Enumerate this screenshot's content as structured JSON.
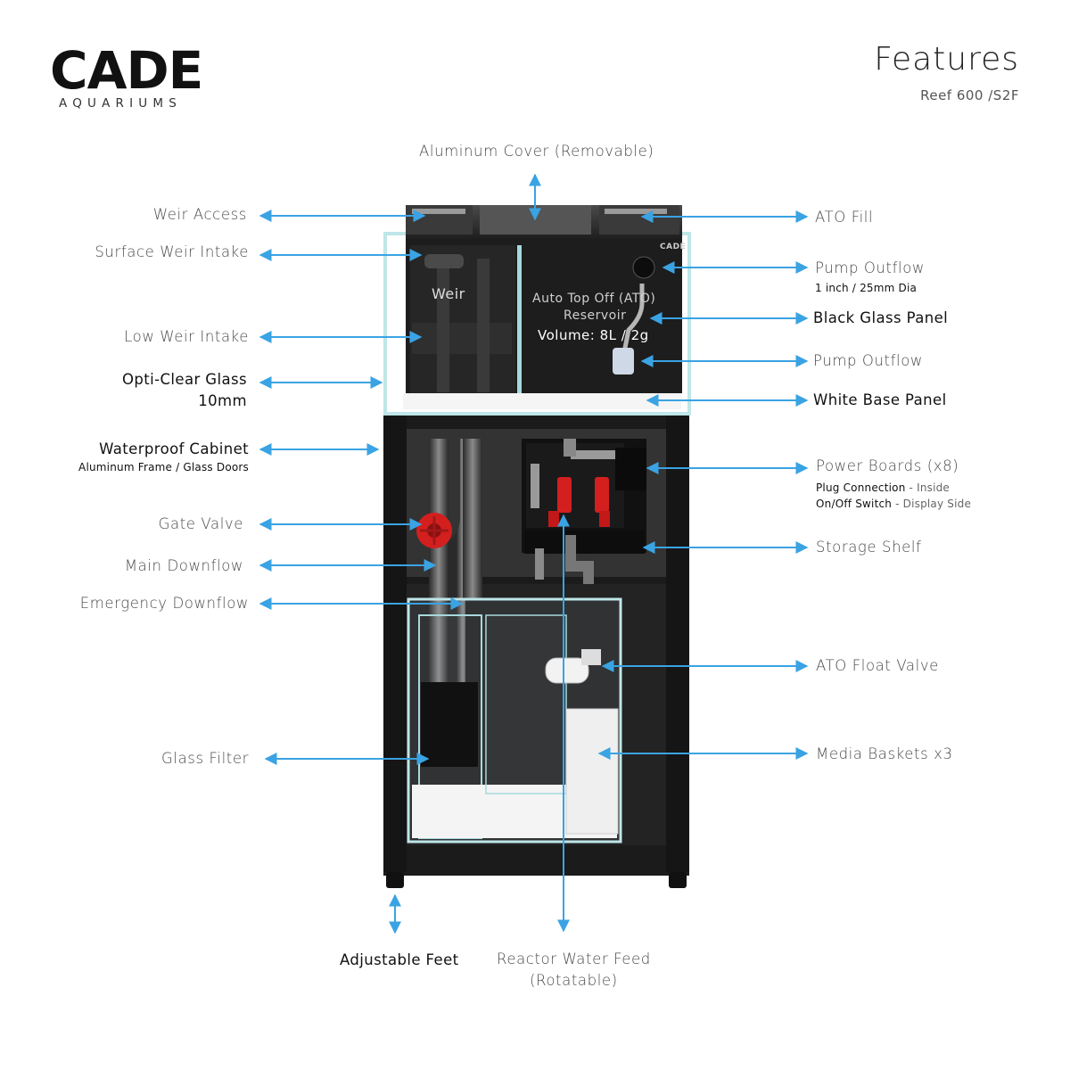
{
  "brand": {
    "logo": "CADE",
    "logo_sub": "AQUARIUMS"
  },
  "header": {
    "title": "Features",
    "subtitle": "Reef 600 /S2F"
  },
  "tank_text": {
    "weir": "Weir",
    "ato_title": "Auto Top Off (ATO)",
    "ato_sub": "Reservoir",
    "ato_volume": "Volume: 8L / 2g",
    "mini_logo": "CADE"
  },
  "labels": {
    "aluminum_cover": "Aluminum Cover (Removable)",
    "weir_access": "Weir Access",
    "surface_weir_intake": "Surface Weir Intake",
    "low_weir_intake": "Low Weir Intake",
    "opti_clear_glass": "Opti-Clear Glass",
    "opti_clear_glass_2": "10mm",
    "waterproof_cabinet": "Waterproof Cabinet",
    "waterproof_cabinet_sub": "Aluminum Frame / Glass Doors",
    "gate_valve": "Gate Valve",
    "main_downflow": "Main Downflow",
    "emergency_downflow": "Emergency Downflow",
    "glass_filter": "Glass Filter",
    "adjustable_feet": "Adjustable Feet",
    "reactor_water_feed": "Reactor Water Feed",
    "reactor_water_feed_2": "(Rotatable)",
    "ato_fill": "ATO Fill",
    "pump_outflow_top": "Pump Outflow",
    "pump_outflow_top_sub": "1 inch / 25mm Dia",
    "black_glass_panel": "Black Glass Panel",
    "pump_outflow": "Pump Outflow",
    "white_base_panel": "White Base Panel",
    "power_boards": "Power Boards (x8)",
    "power_boards_sub1": "Plug Connection",
    "power_boards_sub1_note": "- Inside",
    "power_boards_sub2": "On/Off Switch",
    "power_boards_sub2_note": "- Display Side",
    "storage_shelf": "Storage Shelf",
    "ato_float_valve": "ATO Float Valve",
    "media_baskets": "Media Baskets x3"
  },
  "colors": {
    "arrow": "#3aa3e3",
    "valve": "#d41f1f",
    "frame": "#1b1b1b",
    "glass": "#bfe6e8"
  }
}
